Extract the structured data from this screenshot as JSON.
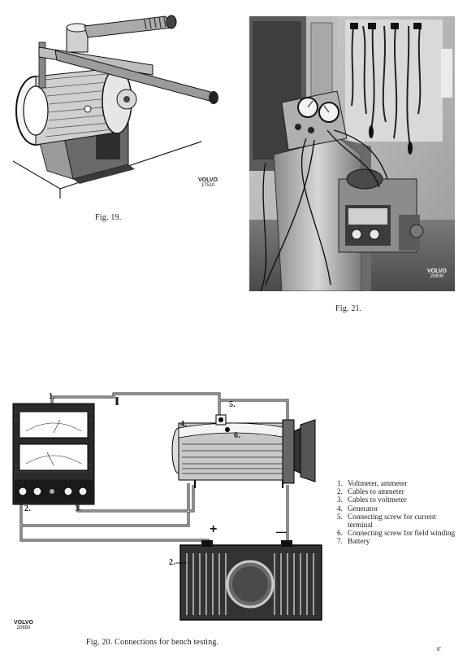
{
  "fig19": {
    "caption": "Fig. 19.",
    "stamp_brand": "VOLVO",
    "stamp_number": "17510"
  },
  "fig21": {
    "caption": "Fig. 21.",
    "stamp_brand": "VOLVO",
    "stamp_number": "20600"
  },
  "fig20": {
    "caption": "Fig. 20. Connections for bench testing.",
    "stamp_brand": "VOLVO",
    "stamp_number": "20650",
    "callouts": {
      "n1": "1.",
      "n2": "2.",
      "n3": "3.",
      "n4": "4.",
      "n5": "5.",
      "n6": "6.",
      "n7": "2."
    },
    "plus": "+",
    "minus": "—",
    "legend": [
      {
        "num": "1.",
        "text": "Voltmeter, ammeter"
      },
      {
        "num": "2.",
        "text": "Cables to ammeter"
      },
      {
        "num": "3.",
        "text": "Cables to voltmeter"
      },
      {
        "num": "4.",
        "text": "Generator"
      },
      {
        "num": "5.",
        "text": "Connecting screw for current terminal"
      },
      {
        "num": "6.",
        "text": "Connecting screw for field winding"
      },
      {
        "num": "7.",
        "text": "Battery"
      }
    ]
  },
  "page_mark": "8'"
}
